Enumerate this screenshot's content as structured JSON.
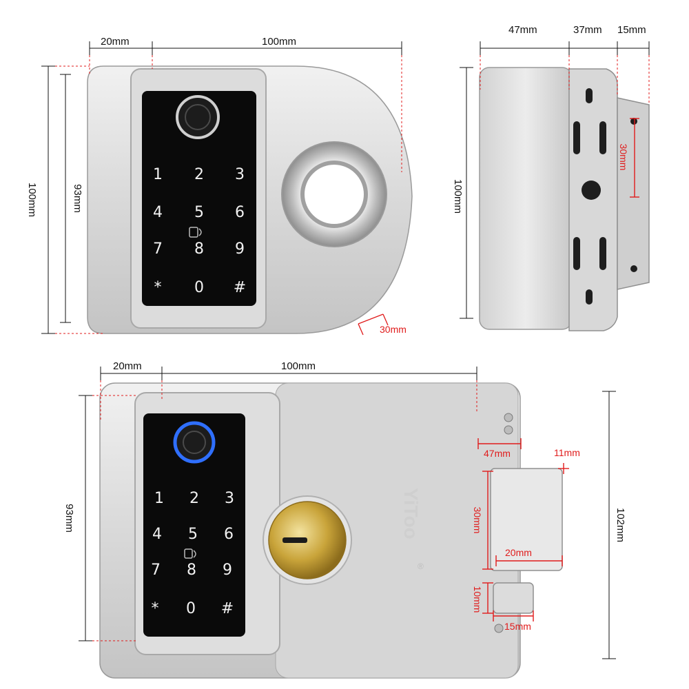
{
  "colors": {
    "dimension_line": "#111111",
    "dimension_red": "#e01b1b",
    "metal_light": "#e6e6e6",
    "metal_dark": "#b5b5b5",
    "keypad_black": "#0a0a0a",
    "fingerprint_blue": "#2f6fff",
    "brass": "#c9a43a"
  },
  "top_left_view": {
    "dims": {
      "width_flange": "20mm",
      "width_body": "100mm",
      "height_outer": "100mm",
      "height_keypad": "93mm",
      "knob_depth": "30mm"
    },
    "keypad": [
      "1",
      "2",
      "3",
      "4",
      "5",
      "6",
      "7",
      "8",
      "9",
      "*",
      "0",
      "#"
    ]
  },
  "top_right_view": {
    "dims": {
      "depth_body": "47mm",
      "depth_bracket": "37mm",
      "depth_plate": "15mm",
      "height": "100mm",
      "hole_spacing": "30mm"
    }
  },
  "bottom_view": {
    "brand": "YiToo",
    "registered": "®",
    "dims": {
      "width_flange": "20mm",
      "width_body": "100mm",
      "height_keypad": "93mm",
      "height_body": "102mm",
      "bolt_depth": "47mm",
      "bolt_offset": "11mm",
      "bolt_height": "30mm",
      "bolt_width": "20mm",
      "latch_height": "10mm",
      "latch_width": "15mm"
    },
    "keypad": [
      "1",
      "2",
      "3",
      "4",
      "5",
      "6",
      "7",
      "8",
      "9",
      "*",
      "0",
      "#"
    ]
  }
}
